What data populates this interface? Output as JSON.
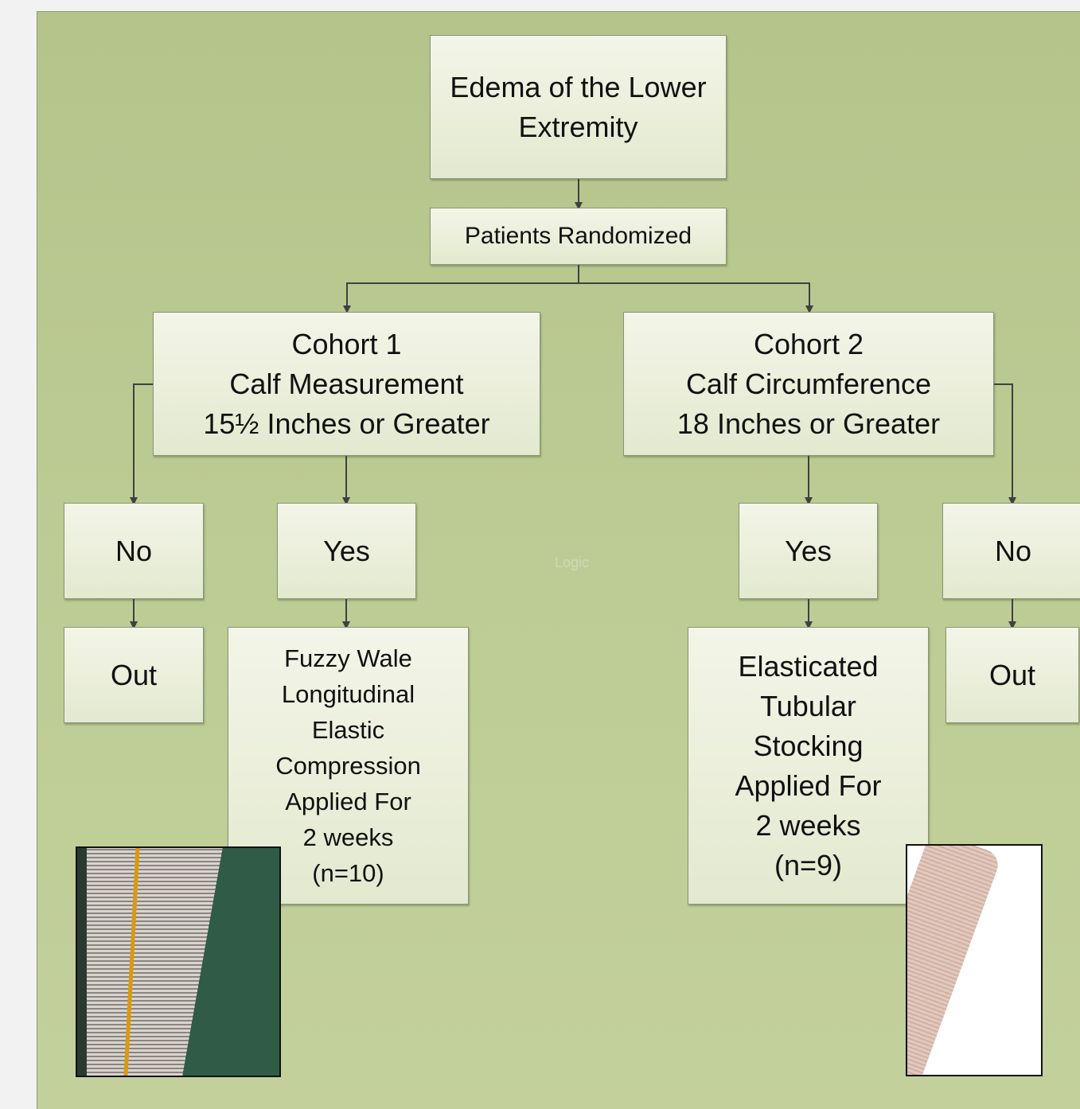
{
  "boxes": {
    "edema": "Edema of the Lower\nExtremity",
    "randomized": "Patients Randomized",
    "cohort1": "Cohort 1\nCalf Measurement\n15½ Inches or Greater",
    "cohort2": "Cohort 2\nCalf Circumference\n18 Inches or Greater",
    "no_left": "No",
    "yes_left": "Yes",
    "yes_right": "Yes",
    "no_right": "No",
    "out_left": "Out",
    "out_right": "Out",
    "treatment_left": "Fuzzy Wale\nLongitudinal\nElastic\nCompression\nApplied For\n2 weeks\n(n=10)",
    "treatment_right": "Elasticated\nTubular\nStocking\nApplied For\n2 weeks\n(n=9)"
  },
  "watermark": "Logic",
  "colors": {
    "background": "#bccb93",
    "box_fill": "#eaeedb",
    "arrow": "#404040"
  }
}
